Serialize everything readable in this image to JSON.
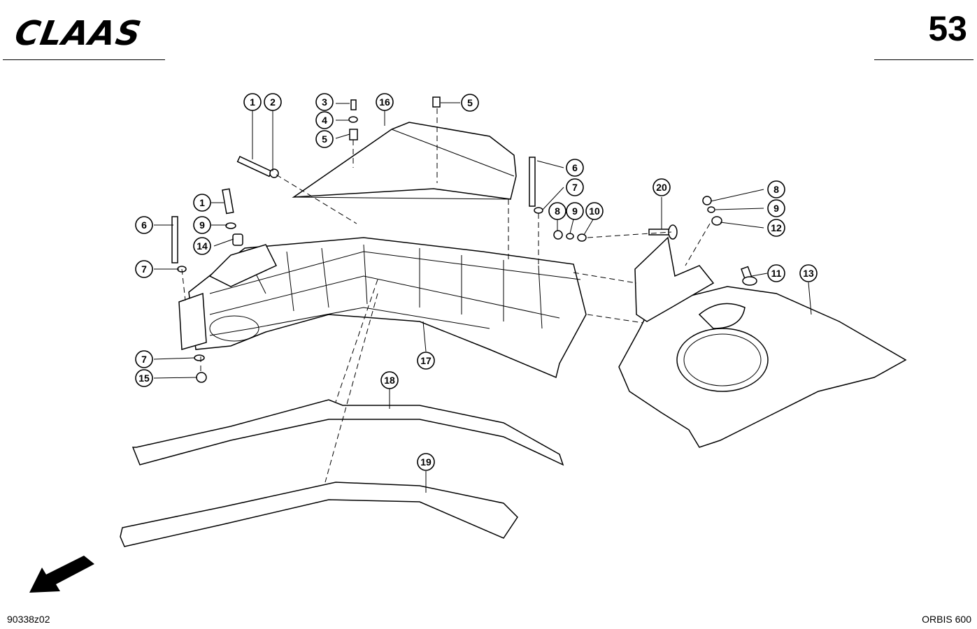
{
  "header": {
    "brand": "CLAAS",
    "page_number": "53"
  },
  "footer": {
    "drawing_number": "90338z02",
    "model": "ORBIS 600"
  },
  "callouts": [
    "1",
    "2",
    "3",
    "4",
    "5",
    "16",
    "5",
    "6",
    "7",
    "8",
    "9",
    "10",
    "20",
    "8",
    "9",
    "12",
    "1",
    "9",
    "14",
    "6",
    "7",
    "11",
    "13",
    "17",
    "7",
    "15",
    "18",
    "19"
  ]
}
